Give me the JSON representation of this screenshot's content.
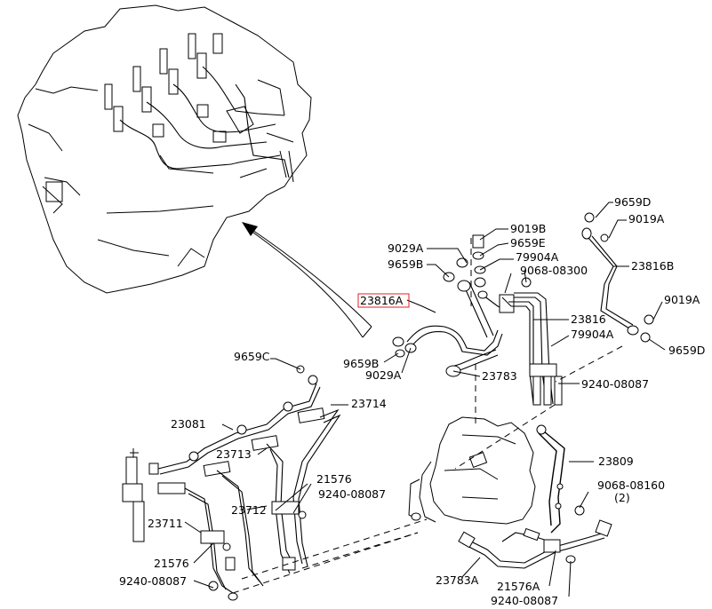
{
  "labels": {
    "l9659D": "9659D",
    "l9019A_top": "9019A",
    "l9019B": "9019B",
    "l9029A_top": "9029A",
    "l9659E": "9659E",
    "l79904A_top": "79904A",
    "l9659B_top": "9659B",
    "l9068_08300": "9068-08300",
    "l23816B": "23816B",
    "l23816A": "23816A",
    "l9019A_right": "9019A",
    "l23816": "23816",
    "l79904A_mid": "79904A",
    "l9659D_right": "9659D",
    "l9659B_left": "9659B",
    "l9029A_left": "9029A",
    "l23783": "23783",
    "l9240_08087_mid": "9240-08087",
    "l9659C": "9659C",
    "l23714": "23714",
    "l23081": "23081",
    "l23713": "23713",
    "l23809": "23809",
    "l21576_a": "21576",
    "l9240_08087_b": "9240-08087",
    "l9068_08160": "9068-08160",
    "l9068_qty": "(2)",
    "l23711": "23711",
    "l23712": "23712",
    "l21576_b": "21576",
    "l9240_08087_c": "9240-08087",
    "l23783A": "23783A",
    "l21576A": "21576A",
    "l9240_08087_d": "9240-08087"
  },
  "highlight_color": "#e02020"
}
